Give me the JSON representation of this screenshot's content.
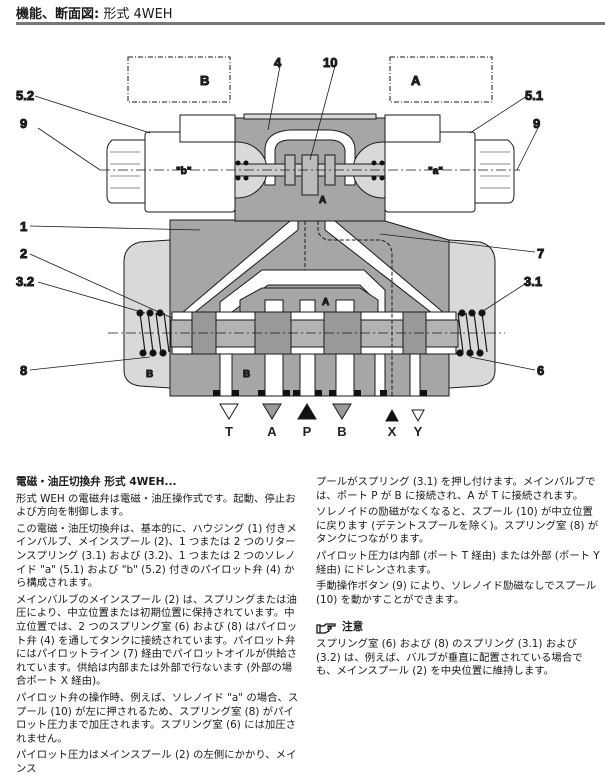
{
  "header": {
    "title_bold": "機能、断面図:",
    "title_rest": " 形式 4WEH"
  },
  "diagram": {
    "callouts": {
      "c4": "4",
      "c10": "10",
      "c52": "5.2",
      "c9l": "9",
      "c51": "5.1",
      "c9r": "9",
      "c1": "1",
      "c2": "2",
      "c32": "3.2",
      "c8": "8",
      "c7": "7",
      "c31": "3.1",
      "c6": "6"
    },
    "connector_left": "B",
    "connector_right": "A",
    "solenoid_b": "\"b\"",
    "solenoid_a": "\"a\"",
    "section_marks": {
      "a1": "A",
      "a2": "A",
      "b1": "B",
      "b2": "B"
    },
    "ports": [
      {
        "label": "T",
        "type": "hollow"
      },
      {
        "label": "A",
        "type": "gray"
      },
      {
        "label": "P",
        "type": "filled"
      },
      {
        "label": "B",
        "type": "gray"
      },
      {
        "label": "X",
        "type": "filled"
      },
      {
        "label": "Y",
        "type": "hollow"
      }
    ],
    "colors": {
      "body": "#a6a6a6",
      "light": "#d9d9d9",
      "line": "#1a1a1a"
    }
  },
  "left_column": {
    "heading": "電磁・油圧切換弁 形式 4WEH...",
    "paragraphs": [
      "形式 WEH の電磁弁は電磁・油圧操作式です。起動、停止および方向を制御します。",
      "この電磁・油圧切換弁は、基本的に、ハウジング (1) 付きメインバルブ、メインスプール (2)、1 つまたは 2 つのリターンスプリング (3.1) および (3.2)、1 つまたは 2 つのソレノイド \"a\" (5.1) および \"b\" (5.2) 付きのパイロット弁 (4) から構成されます。",
      "メインバルブのメインスプール (2) は、スプリングまたは油圧により、中立位置または初期位置に保持されています。中立位置では、2 つのスプリング室 (6) および (8) はパイロット弁 (4) を通してタンクに接続されています。パイロット弁にはパイロットライン (7) 経由でパイロットオイルが供給されています。供給は内部または外部で行ないます (外部の場合ポート X 経由)。",
      "パイロット弁の操作時、例えば、ソレノイド \"a\" の場合、スプール (10) が左に押されるため、スプリング室 (8) がパイロット圧力まで加圧されます。スプリング室 (6) には加圧されません。",
      "パイロット圧力はメインスプール (2) の左側にかかり、メインス"
    ]
  },
  "right_column": {
    "paragraphs": [
      "プールがスプリング (3.1) を押し付けます。メインバルブでは、ポート P が B に接続され、A が T に接続されます。",
      "ソレノイドの励磁がなくなると、スプール (10) が中立位置に戻ります (デテントスプールを除く)。スプリング室 (8) がタンクにつながります。",
      "パイロット圧力は内部 (ポート T 経由) または外部 (ポート Y 経由) にドレンされます。",
      "手動操作ボタン (9) により、ソレノイド励磁なしでスプール (10) を動かすことができます。"
    ],
    "note": {
      "icon": "pointing-hand-icon",
      "heading": "注意",
      "text": "スプリング室 (6) および (8) のスプリング (3.1) および (3.2) は、例えば、バルブが垂直に配置されている場合でも、メインスプール (2) を中央位置に維持します。"
    }
  }
}
